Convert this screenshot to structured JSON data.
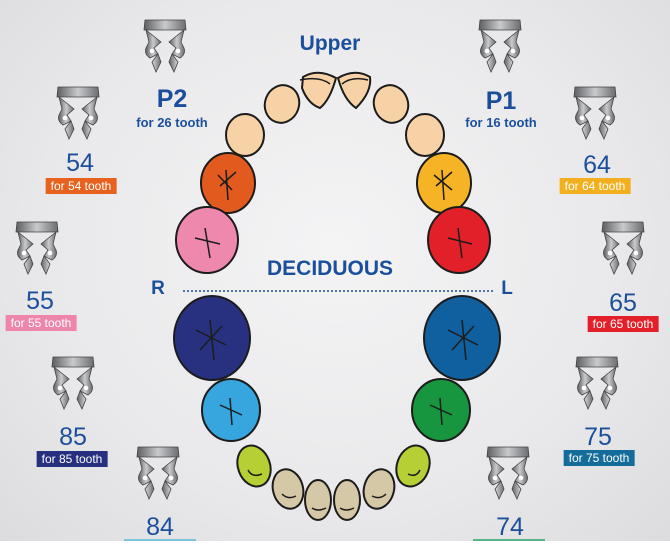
{
  "header": {
    "upper": "Upper",
    "deciduous": "DECIDUOUS",
    "right": "R",
    "left": "L"
  },
  "p2": {
    "code": "P2",
    "desc": "for 26 tooth"
  },
  "p1": {
    "code": "P1",
    "desc": "for 16 tooth"
  },
  "clamps": {
    "c54": {
      "code": "54",
      "desc": "for 54 tooth",
      "color": "#e8621f"
    },
    "c64": {
      "code": "64",
      "desc": "for 64 tooth",
      "color": "#f2b01e"
    },
    "c55": {
      "code": "55",
      "desc": "for 55 tooth",
      "color": "#ee86ab"
    },
    "c65": {
      "code": "65",
      "desc": "for 65 tooth",
      "color": "#e3202a"
    },
    "c85": {
      "code": "85",
      "desc": "for 85 tooth",
      "color": "#27307f"
    },
    "c75": {
      "code": "75",
      "desc": "for 75 tooth",
      "color": "#136c9a"
    },
    "c84": {
      "code": "84",
      "color": "#7cc3dc"
    },
    "c74": {
      "code": "74",
      "color": "#59b48a"
    }
  }
}
